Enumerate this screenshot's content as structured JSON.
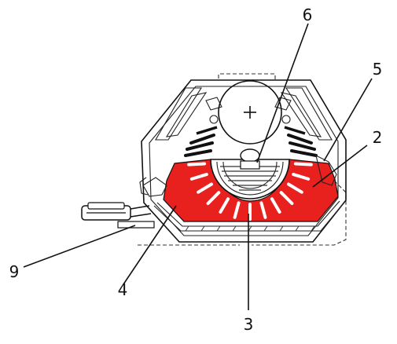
{
  "diagram": {
    "callouts": [
      {
        "id": "c6",
        "text": "6"
      },
      {
        "id": "c5",
        "text": "5"
      },
      {
        "id": "c2",
        "text": "2"
      },
      {
        "id": "c9",
        "text": "9"
      },
      {
        "id": "c4",
        "text": "4"
      },
      {
        "id": "c3",
        "text": "3"
      }
    ],
    "colors": {
      "highlight": "#e8201e",
      "line": "#111111",
      "background": "#ffffff"
    }
  }
}
